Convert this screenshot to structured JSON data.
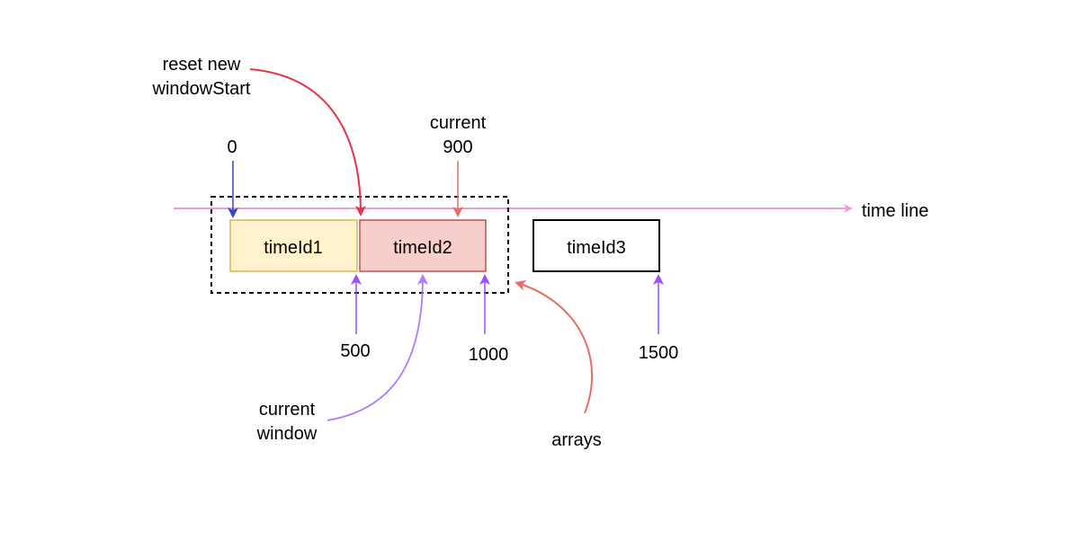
{
  "diagram": {
    "timeline_label": "time line",
    "boxes": [
      {
        "label": "timeId1",
        "fill": "#fff2cc",
        "stroke": "#d6b656"
      },
      {
        "label": "timeId2",
        "fill": "#f8cecc",
        "stroke": "#b85450"
      },
      {
        "label": "timeId3",
        "fill": "#ffffff",
        "stroke": "#000000"
      }
    ],
    "annotations": {
      "zero": "0",
      "reset_line1": "reset new",
      "reset_line2": "windowStart",
      "current_line1": "current",
      "current_line2": "900",
      "mark_500": "500",
      "mark_1000": "1000",
      "mark_1500": "1500",
      "window_line1": "current",
      "window_line2": "window",
      "arrays": "arrays"
    },
    "colors": {
      "timeline": "#f09bd2",
      "reset_arrow": "#e8334a",
      "current_arrow": "#ea6b66",
      "zero_arrow": "#3344cc",
      "tick_arrow": "#9c4dff",
      "window_arrow": "#b07aff",
      "arrays_arrow": "#ea6b66"
    }
  }
}
